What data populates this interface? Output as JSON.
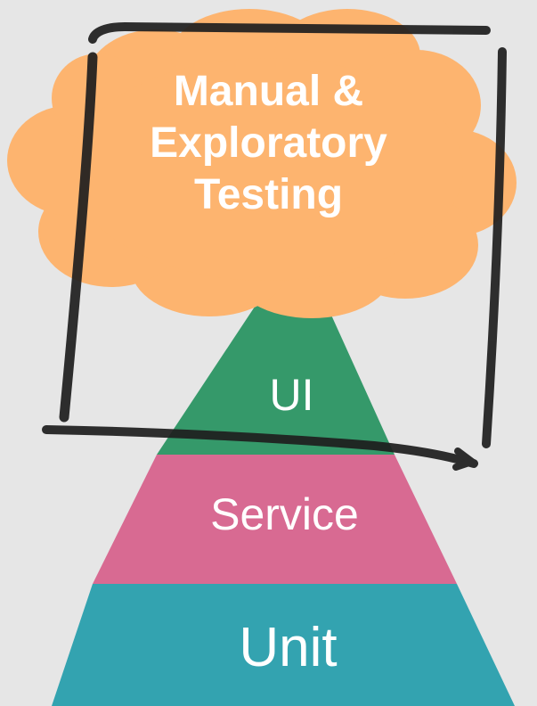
{
  "cloud": {
    "lines": [
      "Manual &",
      "Exploratory",
      "Testing"
    ],
    "color": "#fdb46f"
  },
  "pyramid": {
    "layers": [
      {
        "label": "UI",
        "color": "#35996a"
      },
      {
        "label": "Service",
        "color": "#d86a92"
      },
      {
        "label": "Unit",
        "color": "#33a3b0"
      }
    ]
  },
  "colors": {
    "background": "#ececec",
    "marker_box": "#1e1e1e",
    "text": "#ffffff"
  }
}
